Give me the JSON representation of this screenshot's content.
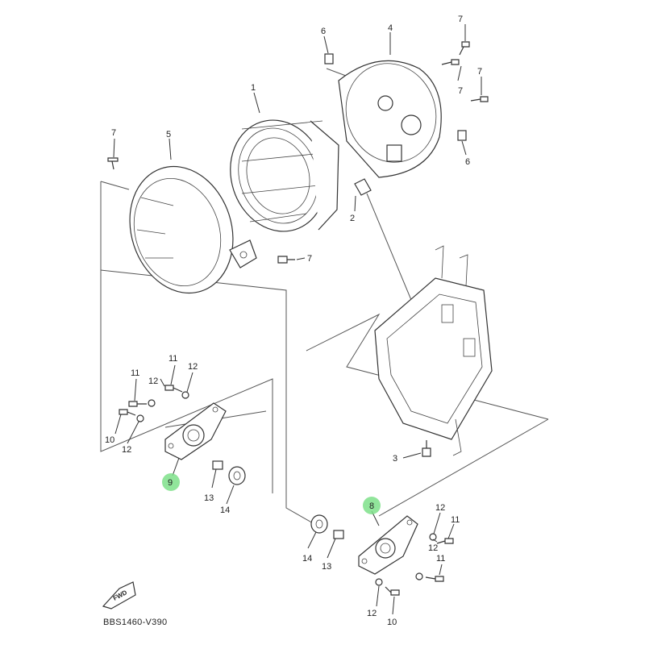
{
  "diagram": {
    "code": "BBS1460-V390",
    "fwd": "FWD",
    "callouts": {
      "p1": "1",
      "p2": "2",
      "p3": "3",
      "p4": "4",
      "p5": "5",
      "p6a": "6",
      "p6b": "6",
      "p7a": "7",
      "p7b": "7",
      "p7c": "7",
      "p7d": "7",
      "p7e": "7",
      "p8": "8",
      "p9": "9",
      "p10a": "10",
      "p10b": "10",
      "p11a": "11",
      "p11b": "11",
      "p11c": "11",
      "p11d": "11",
      "p12a": "12",
      "p12b": "12",
      "p12c": "12",
      "p12d": "12",
      "p12e": "12",
      "p12f": "12",
      "p13a": "13",
      "p13b": "13",
      "p14a": "14",
      "p14b": "14"
    },
    "highlight_color": "#7ee08a"
  }
}
